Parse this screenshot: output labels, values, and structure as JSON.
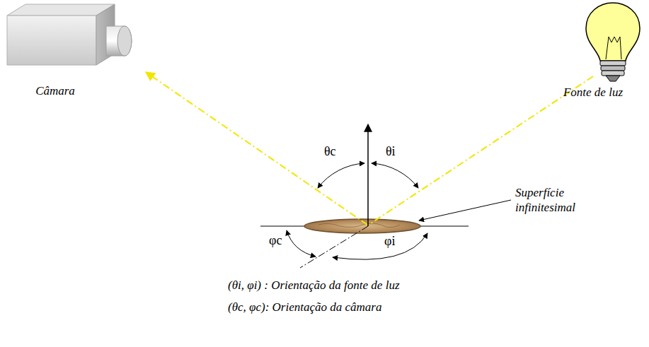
{
  "diagram": {
    "labels": [
      "Câmara",
      "Fonte de luz",
      "θc",
      "θi",
      "Superfície infinitesimal",
      "φc",
      "φi",
      "(θi, φi) : Orientação da fonte de luz",
      "(θc, φc): Orientação da câmara"
    ]
  }
}
